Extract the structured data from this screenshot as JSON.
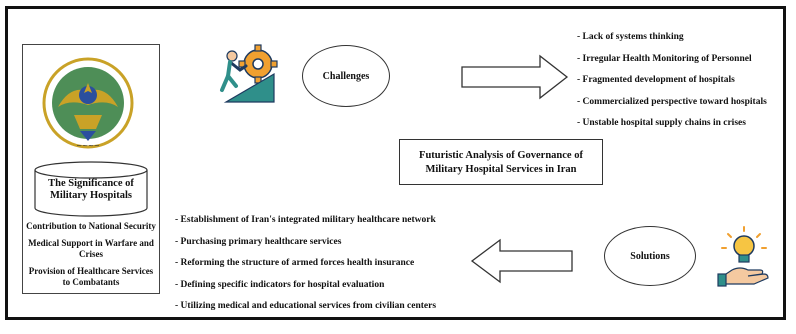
{
  "left_panel": {
    "title": "The Significance of Military Hospitals",
    "items": [
      "Contribution to National Security",
      "Medical Support in Warfare and Crises",
      "Provision of Healthcare Services to Combatants"
    ]
  },
  "challenges": {
    "label": "Challenges",
    "items": [
      "- Lack of systems thinking",
      "- Irregular Health Monitoring of Personnel",
      "- Fragmented development of hospitals",
      "- Commercialized perspective toward hospitals",
      "- Unstable hospital supply chains in crises"
    ]
  },
  "center": {
    "title_line1": "Futuristic Analysis of Governance of",
    "title_line2": "Military Hospital Services in Iran"
  },
  "solutions": {
    "label": "Solutions",
    "items": [
      "- Establishment of Iran's integrated military healthcare network",
      "- Purchasing primary healthcare services",
      "- Reforming the structure of armed forces health insurance",
      "- Defining specific indicators for hospital evaluation",
      "- Utilizing medical and educational services from civilian centers"
    ]
  },
  "colors": {
    "emblem_green": "#2f7a3a",
    "emblem_gold": "#c9a227",
    "emblem_blue": "#2b4f9e",
    "icon_orange": "#f0a030",
    "icon_teal": "#2f8f8a",
    "icon_navy": "#1e3a5f"
  }
}
